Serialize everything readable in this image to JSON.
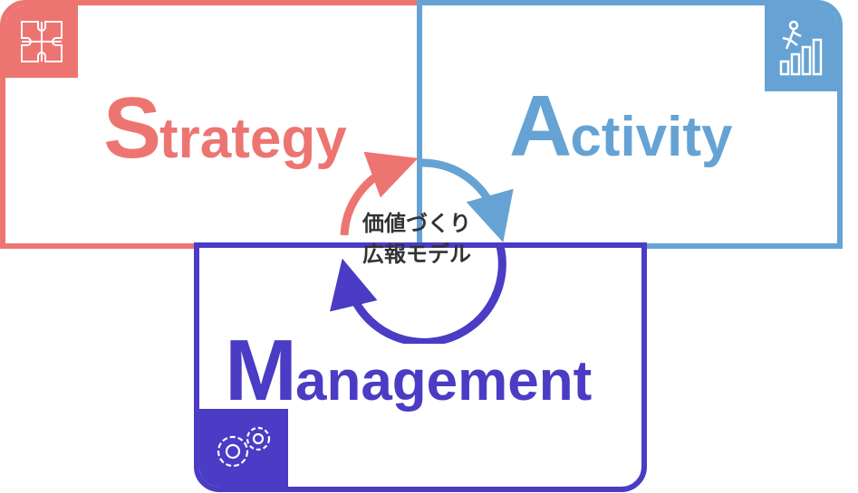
{
  "colors": {
    "strategy": "#ed7571",
    "activity": "#66a3d4",
    "management": "#4a3cc4"
  },
  "strategy": {
    "initial": "S",
    "rest": "trategy",
    "icon": "puzzle-icon"
  },
  "activity": {
    "initial": "A",
    "rest": "ctivity",
    "icon": "climbing-stairs-chart-icon"
  },
  "management": {
    "initial": "M",
    "rest": "anagement",
    "icon": "gears-icon"
  },
  "center": {
    "line1": "価値づくり",
    "line2": "広報モデル"
  }
}
